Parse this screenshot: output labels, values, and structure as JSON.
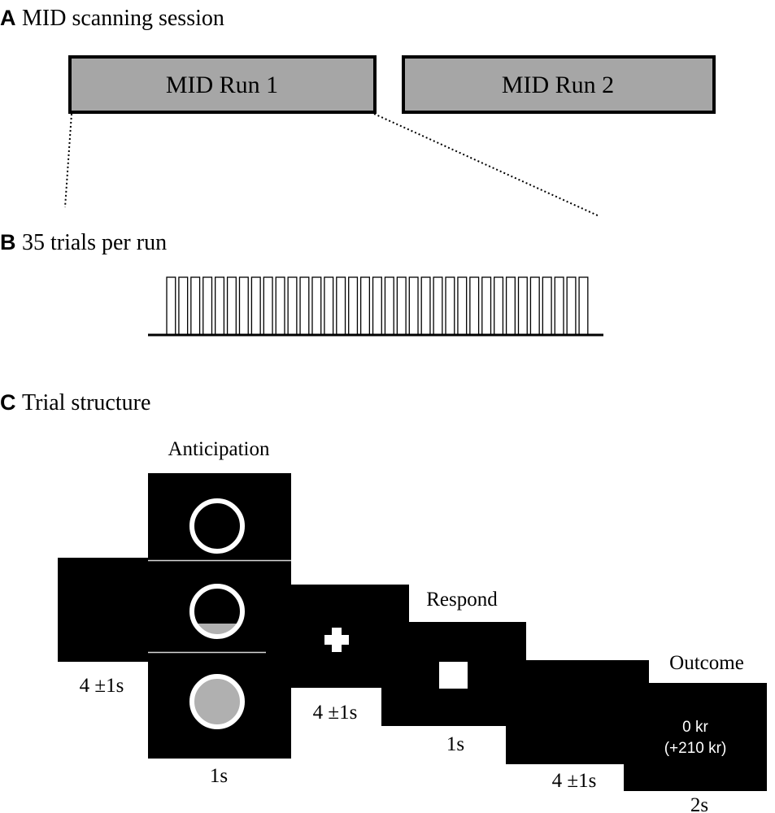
{
  "panels": {
    "a": {
      "letter": "A",
      "title": "MID scanning session"
    },
    "b": {
      "letter": "B",
      "title": "35 trials per run",
      "trial_count": 35
    },
    "c": {
      "letter": "C",
      "title": "Trial structure"
    }
  },
  "runs": [
    {
      "label": "MID Run 1"
    },
    {
      "label": "MID Run 2"
    }
  ],
  "trial": {
    "stage_labels": {
      "anticipation": "Anticipation",
      "respond": "Respond",
      "outcome": "Outcome"
    },
    "durations": {
      "fixation": "4 ±1s",
      "cue": "1s",
      "delay": "4 ±1s",
      "target": "1s",
      "post": "4 ±1s",
      "outcome": "2s"
    },
    "outcome_screen": {
      "line1": "0 kr",
      "line2": "(+210 kr)"
    }
  },
  "colors": {
    "run_box_fill": "#a6a6a6",
    "screen_fill": "#000000",
    "cue_fill_gray": "#b0b0b0",
    "stroke": "#000000",
    "white": "#ffffff"
  }
}
